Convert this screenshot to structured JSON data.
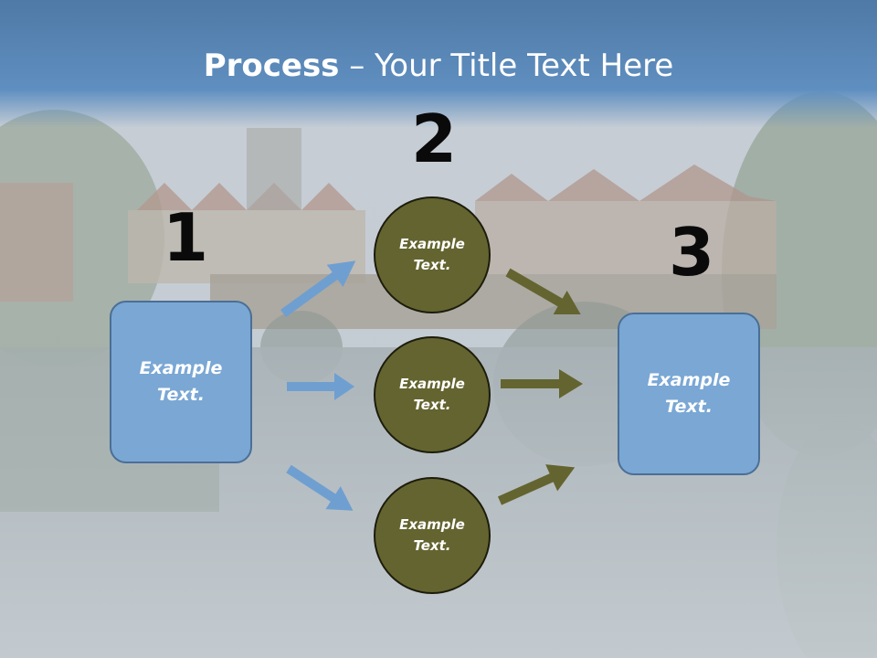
{
  "slide": {
    "title_bold": "Process",
    "title_rest": " – Your Title Text Here"
  },
  "steps": [
    {
      "number": "1",
      "text_line1": "Example",
      "text_line2": "Text."
    },
    {
      "number": "2",
      "circles": [
        {
          "text_line1": "Example",
          "text_line2": "Text."
        },
        {
          "text_line1": "Example",
          "text_line2": "Text."
        },
        {
          "text_line1": "Example",
          "text_line2": "Text."
        }
      ]
    },
    {
      "number": "3",
      "text_line1": "Example",
      "text_line2": "Text."
    }
  ],
  "colors": {
    "box_fill": "#7aa7d4",
    "circle_fill": "#646430",
    "arrow_blue": "#6f9fd0",
    "arrow_olive": "#646430",
    "title_band": "#5f8fc0"
  }
}
